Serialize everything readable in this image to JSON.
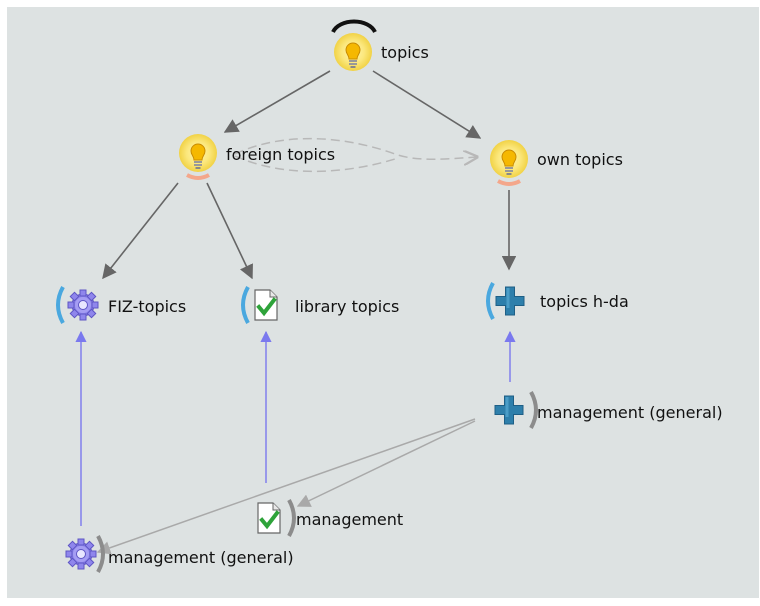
{
  "colors": {
    "canvas": "#dde2e2",
    "edge_dark": "#666666",
    "edge_light": "#a9a9a9",
    "edge_dashed": "#b8b8b8",
    "edge_blue": "#7a79ee",
    "bracket_blue": "#4aa8df",
    "bracket_gray": "#8c8c8c",
    "bulb": "#f7c521",
    "plus": "#2e7fab",
    "gear": "#8f86ec",
    "check": "#2ea33a"
  },
  "nodes": {
    "topics": {
      "label": "topics",
      "icon": "lightbulb-icon"
    },
    "foreign_topics": {
      "label": "foreign topics",
      "icon": "lightbulb-icon"
    },
    "own_topics": {
      "label": "own topics",
      "icon": "lightbulb-icon"
    },
    "fiz_topics": {
      "label": "FIZ-topics",
      "icon": "gear-icon"
    },
    "library_topics": {
      "label": "library topics",
      "icon": "checked-document-icon"
    },
    "topics_hda": {
      "label": "topics h-da",
      "icon": "plus-icon"
    },
    "management_general_plus": {
      "label": "management (general)",
      "icon": "plus-icon"
    },
    "management": {
      "label": "management",
      "icon": "checked-document-icon"
    },
    "management_general_gear": {
      "label": "management (general)",
      "icon": "gear-icon"
    }
  }
}
